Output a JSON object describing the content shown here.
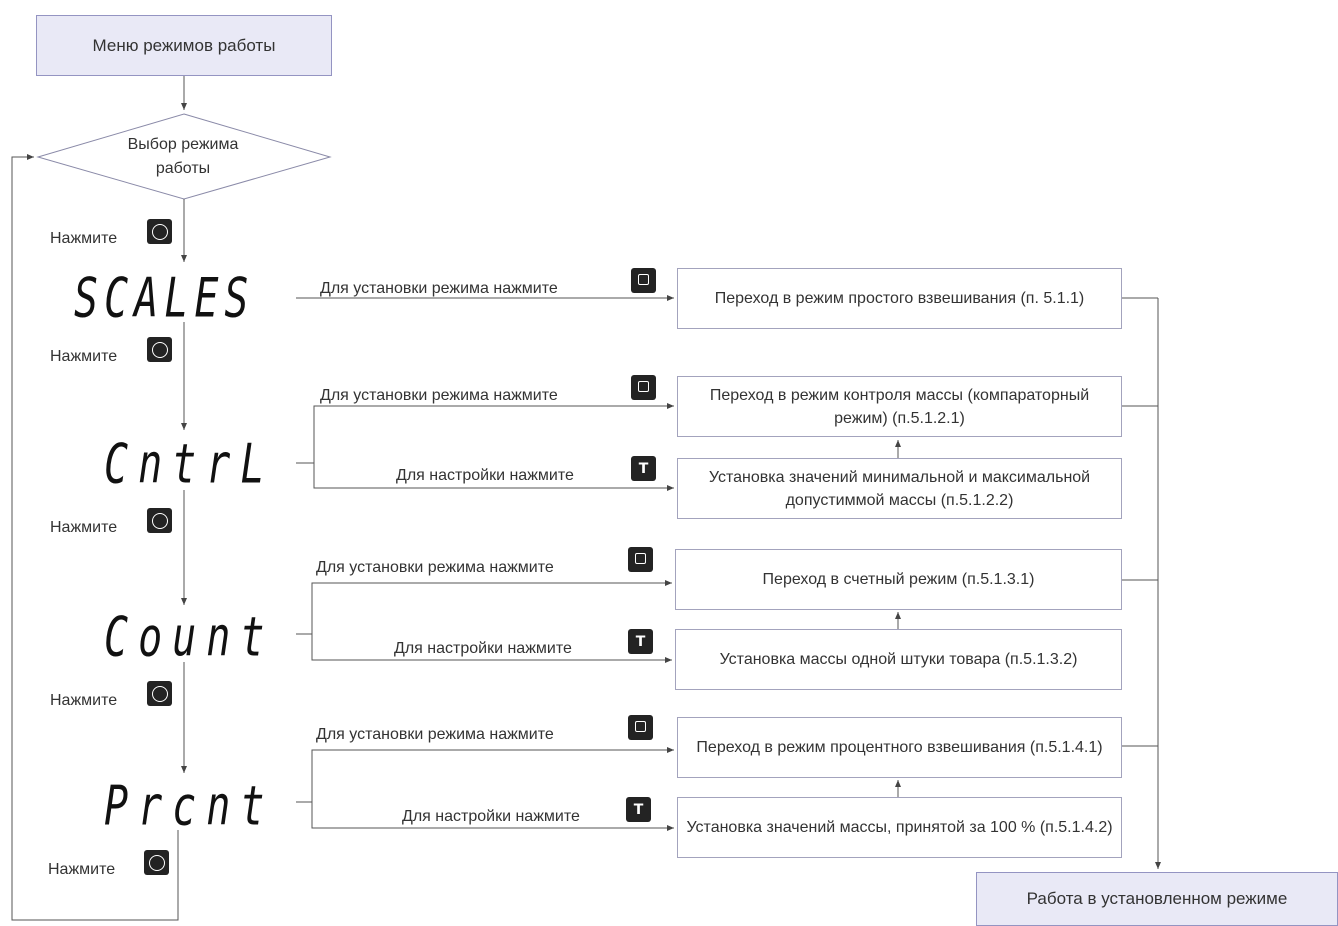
{
  "menu": {
    "label": "Меню режимов работы"
  },
  "decision": {
    "line1": "Выбор режима",
    "line2": "работы"
  },
  "press_label": "Нажмите",
  "set_mode_label": "Для установки режима нажмите",
  "setup_label": "Для настройки нажмите",
  "modes": [
    {
      "display": "SCALES",
      "set": "Переход в режим простого взвешивания (п. 5.1.1)"
    },
    {
      "display": "CntrL",
      "set": "Переход в режим контроля массы (компараторный режим) (п.5.1.2.1)",
      "setup": "Установка значений минимальной и максимальной допустиммой массы (п.5.1.2.2)"
    },
    {
      "display": "Count",
      "set": "Переход в счетный режим (п.5.1.3.1)",
      "setup": "Установка массы одной штуки товара (п.5.1.3.2)"
    },
    {
      "display": "Prcnt",
      "set": "Переход в режим процентного взвешивания (п.5.1.4.1)",
      "setup": "Установка значений массы, принятой за 100 % (п.5.1.4.2)"
    }
  ],
  "final": {
    "label": "Работа в установленном режиме"
  },
  "icons": {
    "mode_button": "mode-button-icon",
    "set_button": "power-button-icon",
    "setup_button": "tare-button-icon"
  },
  "colors": {
    "start_fill": "#e9e9f6",
    "start_border": "#9494c2",
    "box_border": "#a3a3bd",
    "line": "#555555"
  }
}
